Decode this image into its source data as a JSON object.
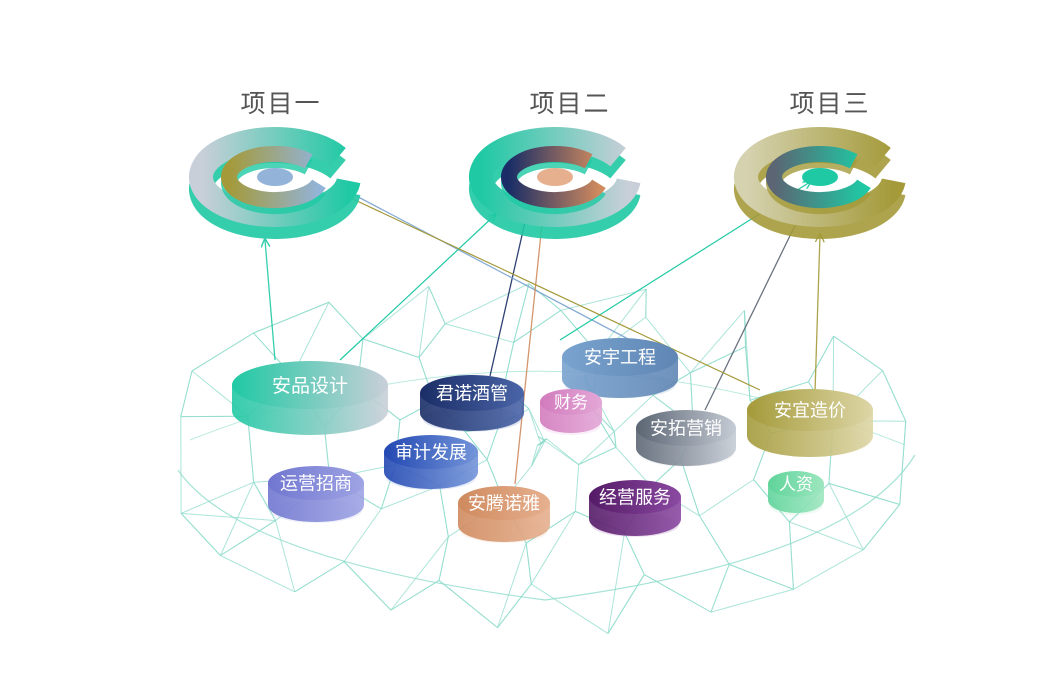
{
  "projects": [
    {
      "name": "项目一"
    },
    {
      "name": "项目二"
    },
    {
      "name": "项目三"
    }
  ],
  "departments": [
    {
      "name": "安品设计",
      "color_a": "#1fc9a4",
      "color_b": "#c9cfd8",
      "target": "项目一"
    },
    {
      "name": "君诺酒管",
      "color_a": "#1a2d66",
      "color_b": "#4a65a8",
      "target": "项目二"
    },
    {
      "name": "安宇工程",
      "color_a": "#7aa3cf",
      "color_b": "#5f86b4",
      "target": "项目一"
    },
    {
      "name": "财务",
      "color_a": "#d27bbd",
      "color_b": "#e3a7d6",
      "target": ""
    },
    {
      "name": "安拓营销",
      "color_a": "#5b6573",
      "color_b": "#c6ccd5",
      "target": "项目三"
    },
    {
      "name": "安宜造价",
      "color_a": "#a49a3a",
      "color_b": "#ddd6a6",
      "target": "项目三"
    },
    {
      "name": "审计发展",
      "color_a": "#2348b2",
      "color_b": "#7495d9",
      "target": ""
    },
    {
      "name": "运营招商",
      "color_a": "#7076cf",
      "color_b": "#9fa4e4",
      "target": ""
    },
    {
      "name": "安腾诺雅",
      "color_a": "#cf8a5e",
      "color_b": "#e6b08f",
      "target": "项目二"
    },
    {
      "name": "经营服务",
      "color_a": "#541a66",
      "color_b": "#8b4aa2",
      "target": ""
    },
    {
      "name": "人资",
      "color_a": "#5fd49a",
      "color_b": "#9ee6bf",
      "target": ""
    }
  ],
  "colors": {
    "teal": "#1fc9a4",
    "navy": "#1a2d66",
    "olive": "#a49a3a",
    "silver": "#c9cfd8",
    "mesh": "#8fdccc"
  }
}
